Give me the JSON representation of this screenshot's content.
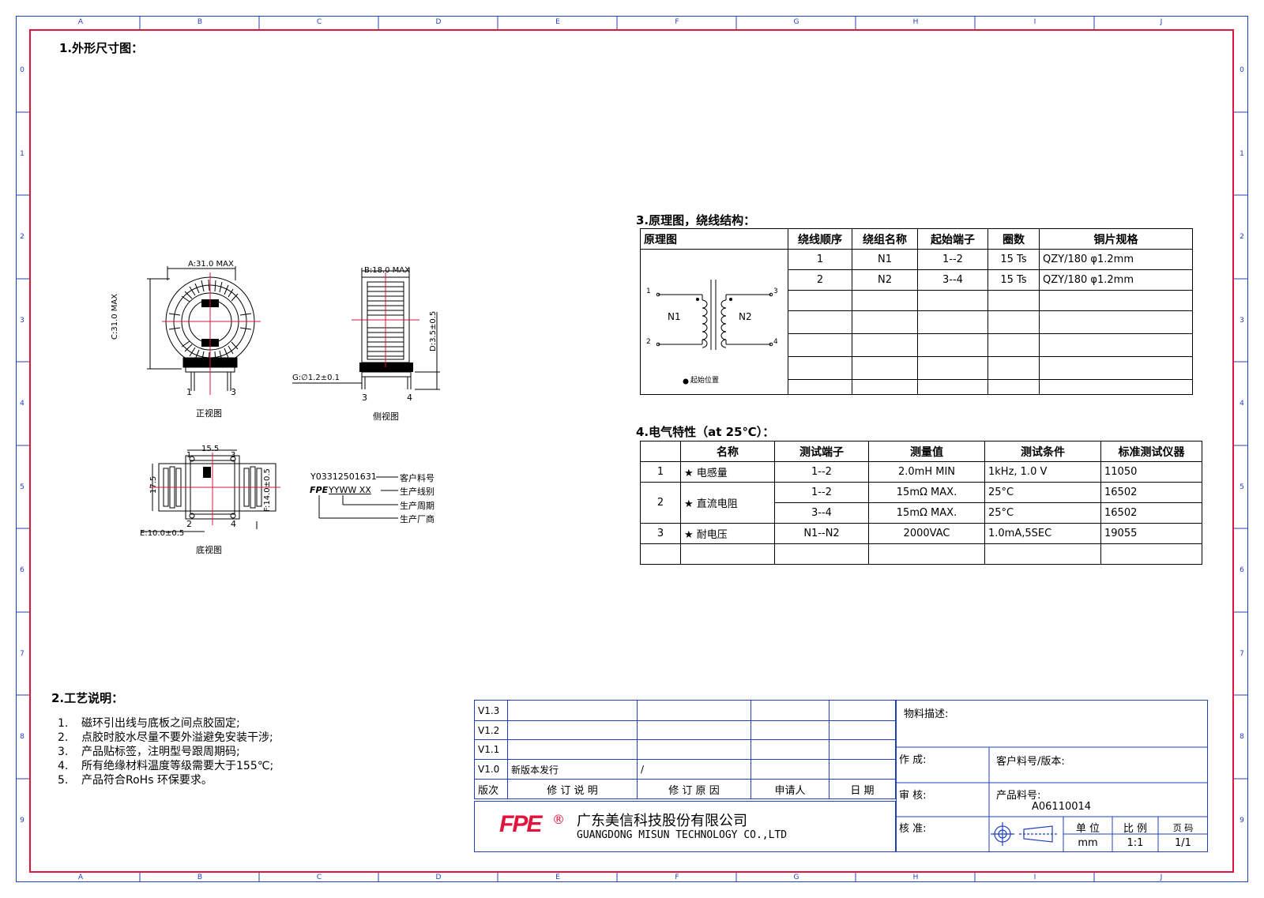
{
  "border": {
    "top_letters": [
      "A",
      "B",
      "C",
      "D",
      "E",
      "F",
      "G",
      "H",
      "I",
      "J"
    ],
    "bottom_letters": [
      "A",
      "B",
      "C",
      "D",
      "E",
      "F",
      "G",
      "H",
      "I",
      "J"
    ],
    "side_numbers": [
      "0",
      "1",
      "2",
      "3",
      "4",
      "5",
      "6",
      "7",
      "8",
      "9"
    ]
  },
  "section1": {
    "title": "1.外形尺寸图：",
    "front": {
      "dim_a": "A:31.0 MAX",
      "dim_c": "C:31.0 MAX",
      "pin1": "1",
      "pin3": "3",
      "caption": "正视图"
    },
    "side": {
      "dim_b": "B:18.0 MAX",
      "dim_d": "D:3.5±0.5",
      "dim_g": "G:∅1.2±0.1",
      "pin3": "3",
      "pin4": "4",
      "caption": "侧视图"
    },
    "bottom": {
      "dim_top": "15.5",
      "dim_left": "17.5",
      "dim_f": "F:14.0±0.5",
      "dim_e": "E:10.0±0.5",
      "pin1": "1",
      "pin3": "3",
      "pin2": "2",
      "pin4": "4",
      "caption": "底视图"
    },
    "marking": {
      "part_no": "Y03312501631",
      "code": "YYWW XX",
      "logo": "FPE",
      "labels": [
        "客户料号",
        "生产线别",
        "生产周期",
        "生产厂商"
      ]
    }
  },
  "section2": {
    "title": "2.工艺说明：",
    "items": [
      {
        "n": "1.",
        "text": "磁环引出线与底板之间点胶固定;"
      },
      {
        "n": "2.",
        "text": "点胶时胶水尽量不要外溢避免安装干涉;"
      },
      {
        "n": "3.",
        "text": "产品贴标签，注明型号跟周期码;"
      },
      {
        "n": "4.",
        "text": "所有绝缘材料温度等级需要大于155℃;"
      },
      {
        "n": "5.",
        "text": "产品符合RoHs 环保要求。"
      }
    ]
  },
  "section3": {
    "title": "3.原理图，绕线结构：",
    "headers": [
      "原理图",
      "绕线顺序",
      "绕组名称",
      "起始端子",
      "圈数",
      "铜片规格"
    ],
    "rows": [
      [
        "1",
        "N1",
        "1--2",
        "15 Ts",
        "QZY/180   φ1.2mm"
      ],
      [
        "2",
        "N2",
        "3--4",
        "15 Ts",
        "QZY/180   φ1.2mm"
      ]
    ],
    "schematic": {
      "n1": "N1",
      "n2": "N2",
      "p1": "1",
      "p2": "2",
      "p3": "3",
      "p4": "4",
      "legend": "起始位置"
    }
  },
  "section4": {
    "title": "4.电气特性（at 25℃）：",
    "headers": [
      "",
      "名称",
      "测试端子",
      "测量值",
      "测试条件",
      "标准测试仪器"
    ],
    "rows": [
      {
        "no": "1",
        "name": "★ 电感量",
        "term": "1--2",
        "value": "2.0mH MIN",
        "cond": "1kHz,   1.0 V",
        "inst": "11050"
      },
      {
        "no": "2",
        "name": "★ 直流电阻",
        "term": "1--2",
        "value": "15mΩ MAX.",
        "cond": "25°C",
        "inst": "16502"
      },
      {
        "no": "",
        "name": "",
        "term": "3--4",
        "value": "15mΩ MAX.",
        "cond": "25°C",
        "inst": "16502"
      },
      {
        "no": "3",
        "name": "★ 耐电压",
        "term": "N1--N2",
        "value": "2000VAC",
        "cond": "1.0mA,5SEC",
        "inst": "19055"
      }
    ]
  },
  "titleblock": {
    "versions": [
      "V1.3",
      "V1.2",
      "V1.1",
      "V1.0"
    ],
    "v10_desc": "新版本发行",
    "v10_reason": "/",
    "header": [
      "版次",
      "修 订 说 明",
      "修 订 原 因",
      "申请人",
      "日  期"
    ],
    "material_desc": "物料描述:",
    "made": "作  成:",
    "customer": "客户料号/版本:",
    "review": "审  核:",
    "product_no_label": "产品料号:",
    "product_no": "A06110014",
    "approve": "核  准:",
    "unit_label": "单 位",
    "unit": "mm",
    "scale_label": "比 例",
    "scale": "1:1",
    "page_label": "页  码",
    "page": "1/1",
    "company_cn": "广东美信科技股份有限公司",
    "company_en": "GUANGDONG MISUN TECHNOLOGY CO.,LTD",
    "logo": "FPE",
    "reg": "®"
  },
  "colors": {
    "frame_blue": "#1f3fbf",
    "frame_red": "#e0143c",
    "logo_red": "#e0143c"
  }
}
